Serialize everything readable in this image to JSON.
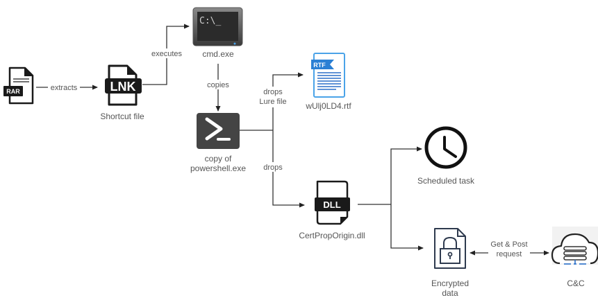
{
  "diagram": {
    "nodes": {
      "rar": {
        "label": "",
        "icon_text": "RAR",
        "icon": "rar-archive-icon"
      },
      "lnk": {
        "label": "Shortcut file",
        "icon_text": "LNK",
        "icon": "lnk-file-icon"
      },
      "cmd": {
        "label": "cmd.exe",
        "icon_text": "C:\\_",
        "icon": "command-prompt-icon"
      },
      "powershell": {
        "label_line1": "copy of",
        "label_line2": "powershell.exe",
        "icon": "powershell-icon"
      },
      "rtf": {
        "label": "wUlj0LD4.rtf",
        "icon_text": "RTF",
        "icon": "rtf-document-icon"
      },
      "dll": {
        "label": "CertPropOrigin.dll",
        "icon_text": "DLL",
        "icon": "dll-file-icon"
      },
      "task": {
        "label": "Scheduled task",
        "icon": "clock-icon"
      },
      "encrypted": {
        "label_line1": "Encrypted",
        "label_line2": "data",
        "icon": "locked-file-icon"
      },
      "cnc": {
        "label": "C&C",
        "icon": "cloud-server-icon"
      }
    },
    "edges": {
      "extracts": "extracts",
      "executes": "executes",
      "copies": "copies",
      "drops_lure_line1": "drops",
      "drops_lure_line2": "Lure file",
      "drops_dll": "drops",
      "get_post_line1": "Get & Post",
      "get_post_line2": "request"
    },
    "colors": {
      "edge": "#333333",
      "label": "#555555",
      "icon_dark": "#1a1a1a",
      "rtf_blue": "#2a7fd4",
      "rtf_light": "#4aa3e8",
      "powershell_bg": "#444444",
      "cmd_bg": "#2b2b2b",
      "lock_navy": "#2e3a4e",
      "server_blue": "#2a6fc9"
    }
  }
}
